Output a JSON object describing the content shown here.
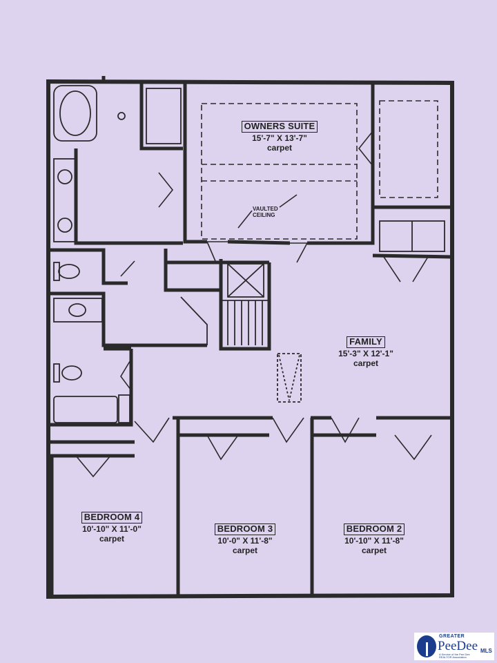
{
  "rooms": {
    "owners_suite": {
      "name": "OWNERS SUITE",
      "dims": "15'-7\" X 13'-7\"",
      "floor": "carpet"
    },
    "family": {
      "name": "FAMILY",
      "dims": "15'-3\" X 12'-1\"",
      "floor": "carpet"
    },
    "bedroom4": {
      "name": "BEDROOM 4",
      "dims": "10'-10\" X 11'-0\"",
      "floor": "carpet"
    },
    "bedroom3": {
      "name": "BEDROOM 3",
      "dims": "10'-0\" X 11'-8\"",
      "floor": "carpet"
    },
    "bedroom2": {
      "name": "BEDROOM 2",
      "dims": "10'-10\" X 11'-8\"",
      "floor": "carpet"
    }
  },
  "vaulted": {
    "line1": "VAULTED",
    "line2": "CEILING"
  },
  "logo": {
    "top": "GREATER",
    "main": "PeeDee",
    "mls": "MLS",
    "sub": "A Service of the Pee Dee REALTOR Association"
  },
  "colors": {
    "background": "#ddd3ee",
    "wall": "#2a2a2a",
    "logo_blue": "#1b3c8c"
  }
}
